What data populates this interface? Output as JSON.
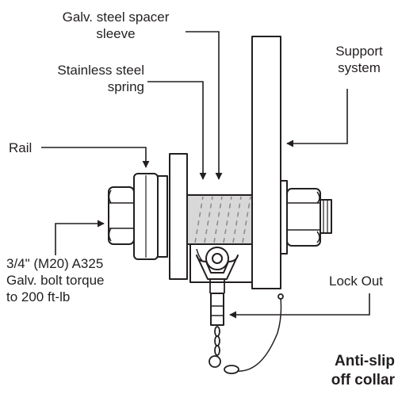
{
  "labels": {
    "spacer_sleeve": [
      "Galv. steel spacer",
      "sleeve"
    ],
    "spring": [
      "Stainless steel",
      "spring"
    ],
    "rail": "Rail",
    "support_system": [
      "Support",
      "system"
    ],
    "bolt": [
      "3/4\" (M20) A325",
      "Galv. bolt torque",
      "to 200 ft-lb"
    ],
    "lock_out": "Lock Out",
    "anti_slip": [
      "Anti-slip",
      "off collar"
    ]
  },
  "colors": {
    "line": "#231f20",
    "spring_fill": "#d8d8d8",
    "spring_lines": "#888888"
  }
}
